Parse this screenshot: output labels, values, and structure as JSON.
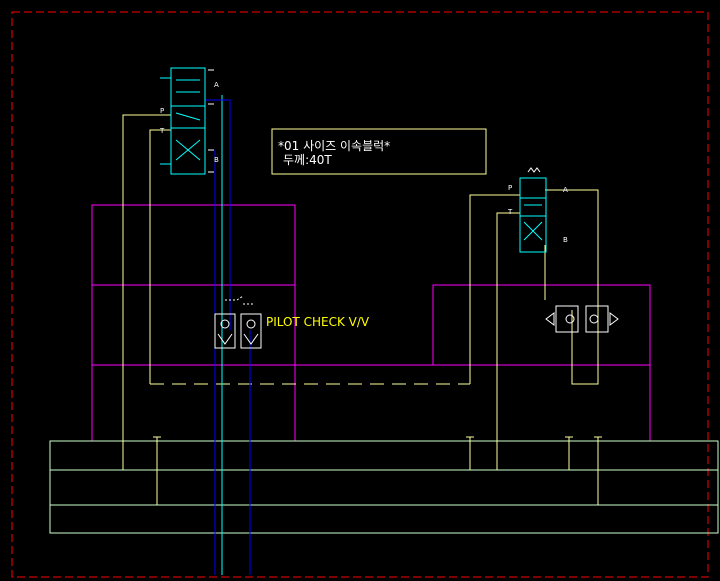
{
  "note": {
    "line1": "*01 사이즈 이속블럭*",
    "line2": "두께:40T"
  },
  "label_pilot_check": "PILOT CHECK V/V",
  "ports": {
    "left_valve": {
      "a": "A",
      "b": "B",
      "p": "P",
      "t": "T"
    },
    "right_valve": {
      "a": "A",
      "b": "B",
      "p": "P",
      "t": "T"
    }
  },
  "colors": {
    "background": "#000000",
    "border": "#ff0000",
    "block": "#ff00ff",
    "line": "#ffff99",
    "pipe": "#00ffff",
    "pipe_blue": "#0000ff",
    "text": "#ffffff",
    "label": "#ffff00"
  }
}
